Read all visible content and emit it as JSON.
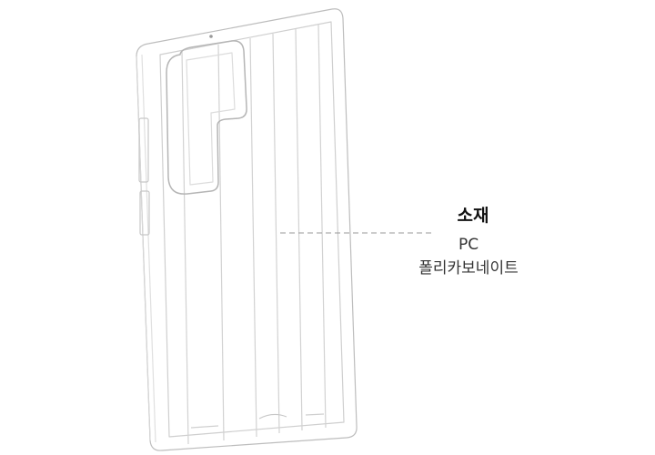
{
  "callout": {
    "title": "소재",
    "line1": "PC",
    "line2": "폴리카보네이트"
  }
}
